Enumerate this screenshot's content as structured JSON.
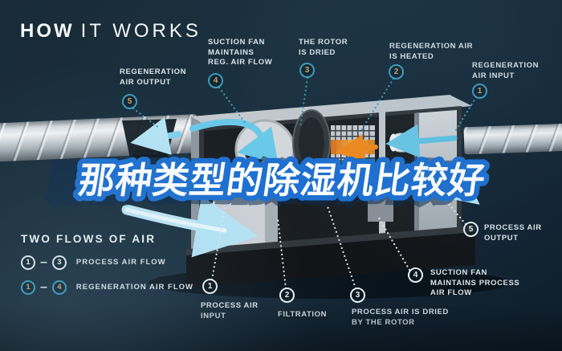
{
  "title": {
    "word_bold": "HOW",
    "word_light": "IT WORKS"
  },
  "overlay": {
    "headline": "那种类型的除湿机比较好",
    "fill_color": "#ffffff",
    "outline_color": "#1d6fd0"
  },
  "legend": {
    "title": "TWO FLOWS OF AIR",
    "rows": [
      {
        "from": "1",
        "to": "3",
        "label": "PROCESS AIR FLOW",
        "style": "process"
      },
      {
        "from": "1",
        "to": "4",
        "label": "REGENERATION AIR FLOW",
        "style": "regeneration"
      }
    ]
  },
  "callouts": {
    "regeneration": [
      {
        "num": "1",
        "lines": [
          "REGENERATION",
          "AIR INPUT"
        ]
      },
      {
        "num": "2",
        "lines": [
          "REGENERATION AIR",
          "IS HEATED"
        ]
      },
      {
        "num": "3",
        "lines": [
          "THE ROTOR",
          "IS DRIED"
        ]
      },
      {
        "num": "4",
        "lines": [
          "SUCTION FAN",
          "MAINTAINS",
          "REG. AIR FLOW"
        ]
      },
      {
        "num": "5",
        "lines": [
          "REGENERATION",
          "AIR OUTPUT"
        ]
      }
    ],
    "process": [
      {
        "num": "1",
        "lines": [
          "PROCESS AIR",
          "INPUT"
        ]
      },
      {
        "num": "2",
        "lines": [
          "FILTRATION"
        ]
      },
      {
        "num": "3",
        "lines": [
          "PROCESS AIR IS DRIED",
          "BY THE ROTOR"
        ]
      },
      {
        "num": "4",
        "lines": [
          "SUCTION FAN",
          "MAINTAINS PROCESS",
          "AIR FLOW"
        ]
      },
      {
        "num": "5",
        "lines": [
          "PROCESS AIR",
          "OUTPUT"
        ]
      }
    ]
  },
  "colors": {
    "background": "#16293a",
    "regen_accent": "#3b9cba",
    "regen_number": "#c9a66b",
    "process_accent": "#e6edf2",
    "heater_orange": "#f28a1c",
    "airflow_cyan": "#6ac8e8",
    "text": "#dbe4ea"
  }
}
